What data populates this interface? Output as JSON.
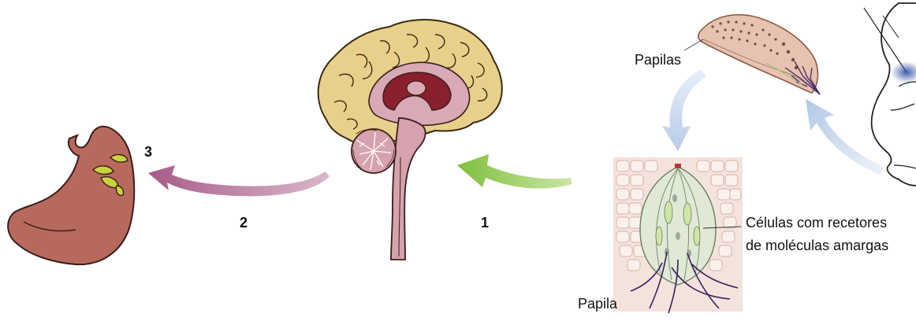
{
  "steps": {
    "one": "1",
    "two": "2",
    "three": "3"
  },
  "labels": {
    "papilas": "Papilas",
    "papila": "Papila",
    "cells_line1": "Células com recetores",
    "cells_line2": "de moléculas amargas"
  },
  "colors": {
    "brain_cortex": "#e7d08a",
    "brain_inner": "#d9a9b5",
    "brain_dark": "#8a1f2e",
    "cerebellum": "#d5a2ad",
    "stomach": "#b8695d",
    "gastric_juice": "#c8d43c",
    "arrow_green": "#8cc84b",
    "arrow_magenta": "#a9608a",
    "arrow_blue": "#c7d8ef",
    "tongue": "#e6c2b0",
    "papilla_green": "#cfe6a8",
    "nerve": "#4a2a6a"
  },
  "icons": {
    "stomach": "stomach-icon",
    "brain": "brain-icon",
    "tongue": "tongue-icon",
    "face": "face-profile-icon",
    "papilla": "taste-bud-icon"
  }
}
